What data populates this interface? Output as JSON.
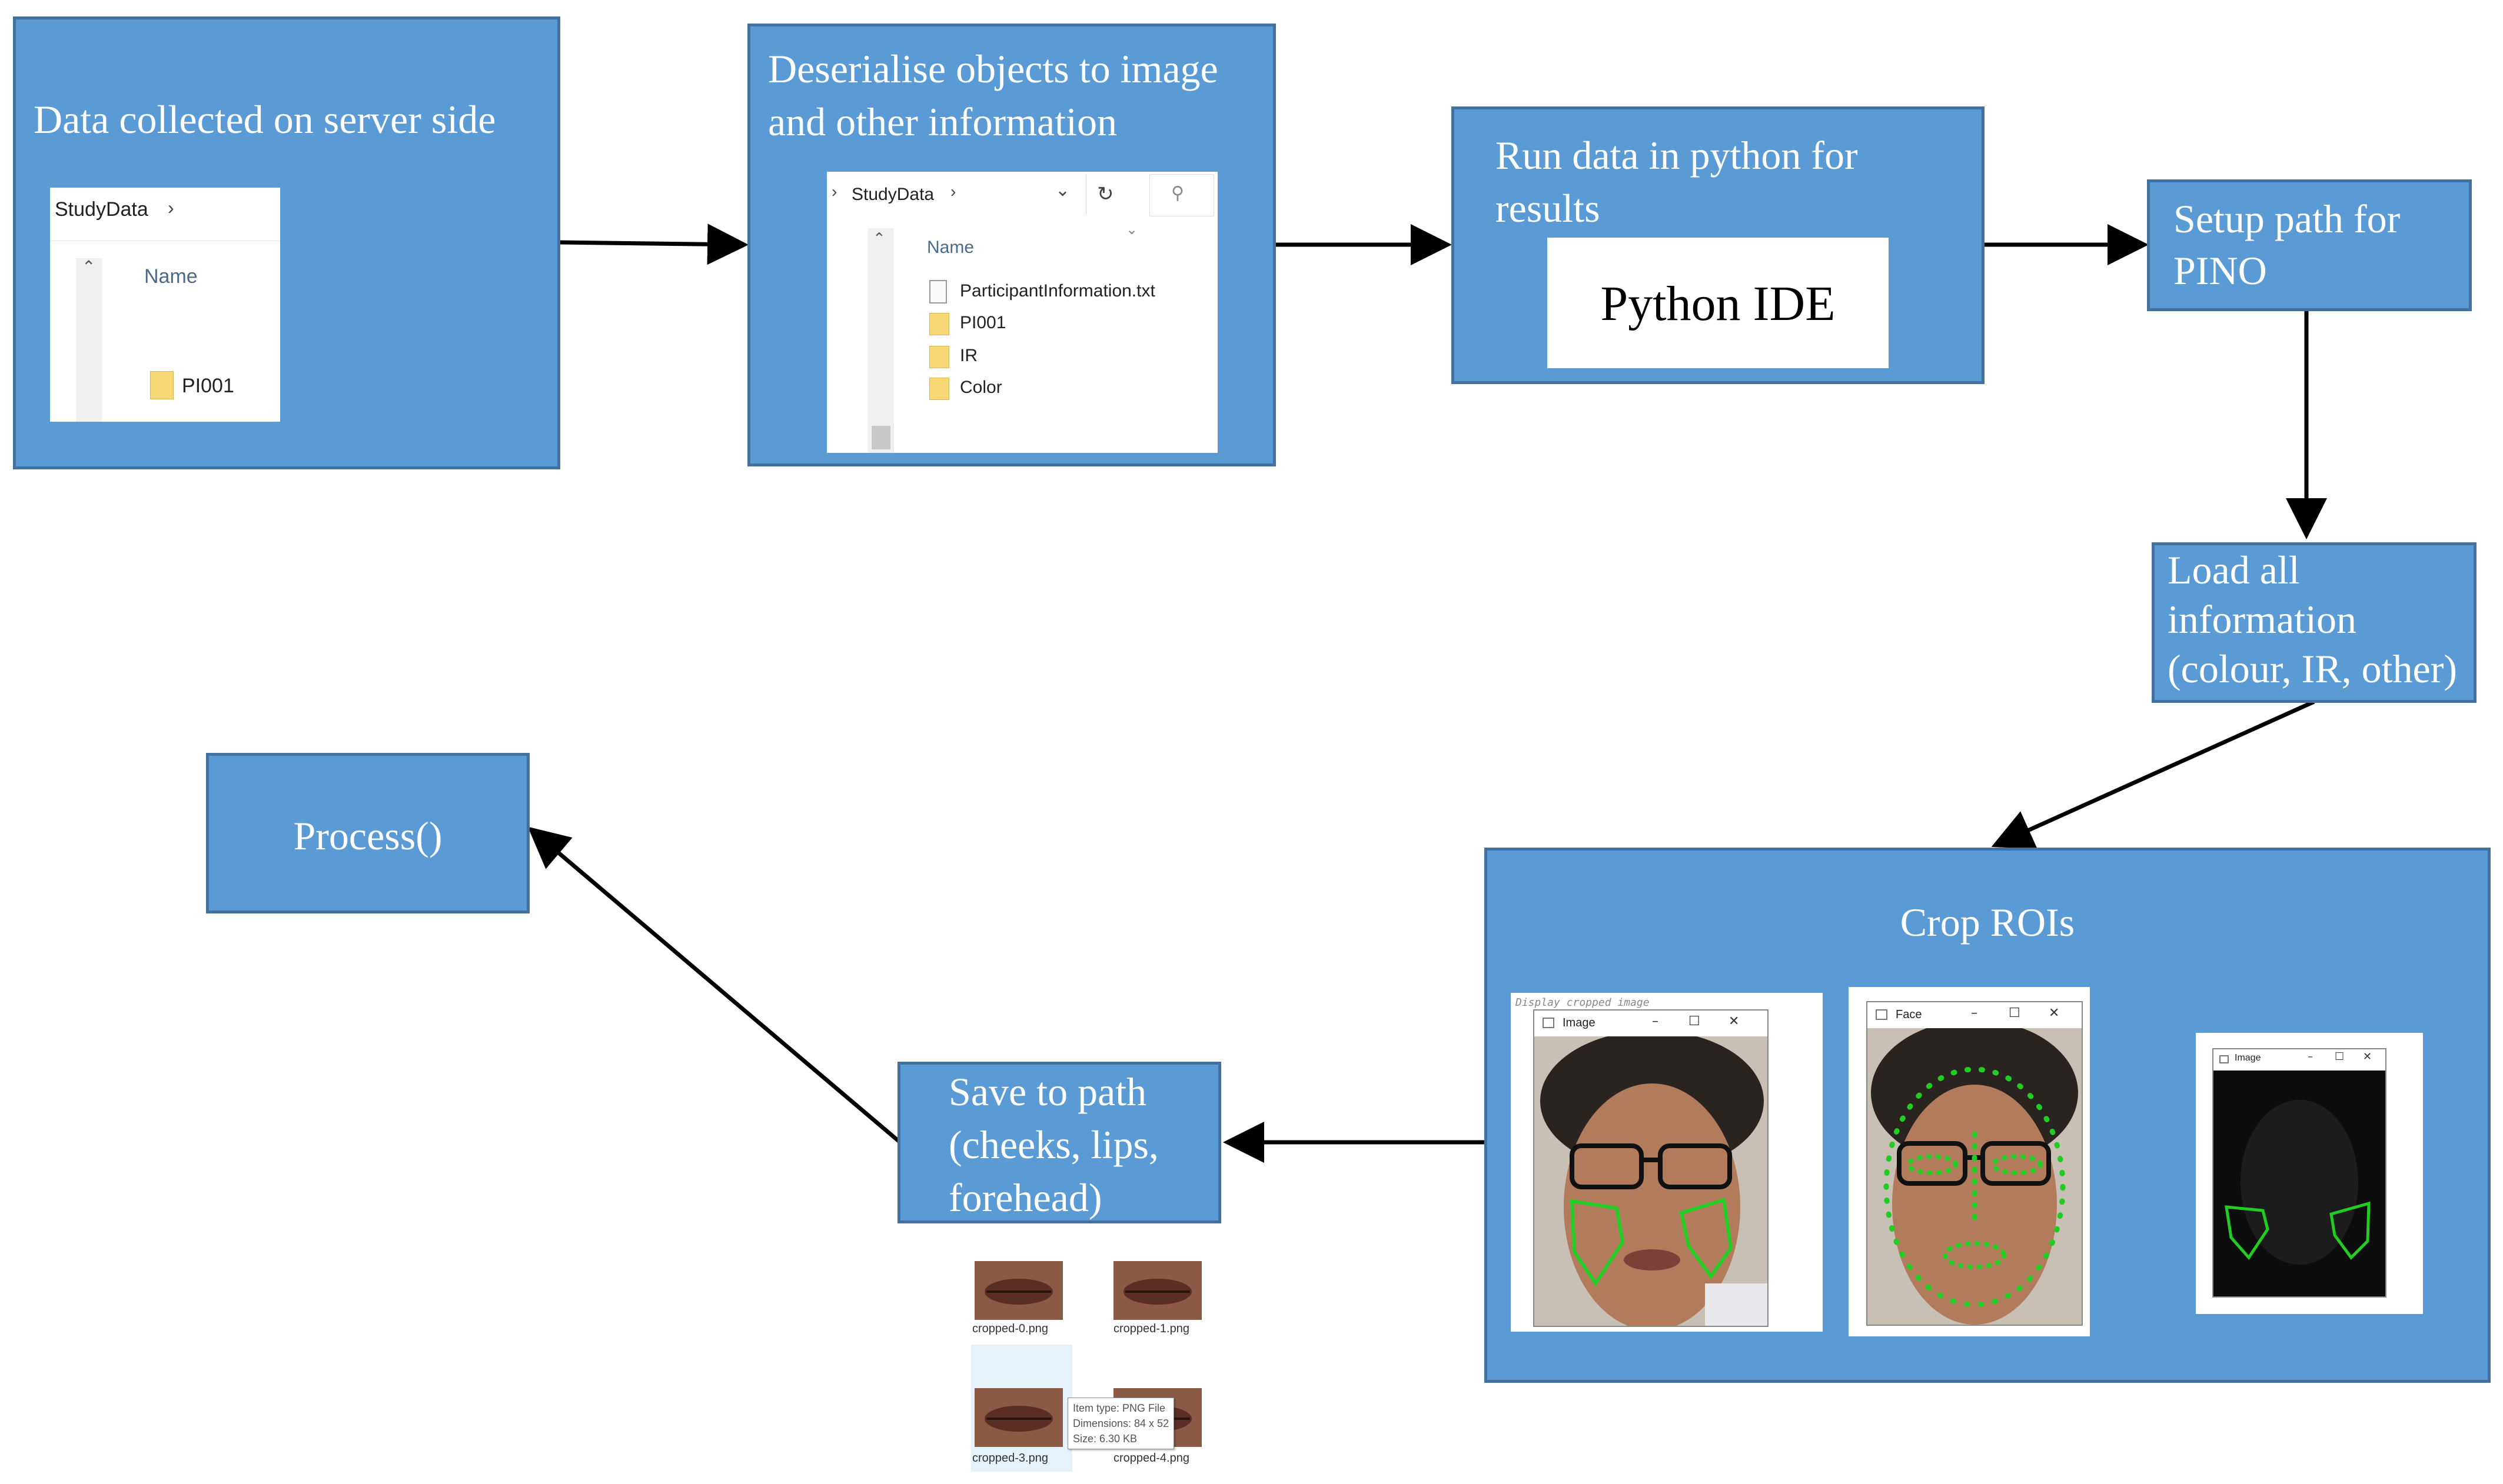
{
  "boxes": {
    "data_collected": "Data collected on server side",
    "deserialise": [
      "Deserialise objects to image",
      "and other information"
    ],
    "run_python": [
      "Run data in python for",
      "results"
    ],
    "python_ide": "Python IDE",
    "setup_path": [
      "Setup path for",
      "PINO"
    ],
    "load_all": [
      "Load all",
      "information",
      "(colour, IR, other)"
    ],
    "crop_rois": "Crop ROIs",
    "save_path": [
      "Save to path",
      "(cheeks, lips,",
      "forehead)"
    ],
    "process": "Process()"
  },
  "explorer1": {
    "breadcrumb": "StudyData",
    "column_header": "Name",
    "items": [
      "PI001"
    ]
  },
  "explorer2": {
    "breadcrumb": "StudyData",
    "column_header": "Name",
    "items": [
      "ParticipantInformation.txt",
      "PI001",
      "IR",
      "Color"
    ]
  },
  "windows": {
    "image_title": "Image",
    "face_title": "Face",
    "ir_title": "Image",
    "code_snippet": "Display cropped image"
  },
  "saved_files": {
    "names": [
      "cropped-0.png",
      "cropped-1.png",
      "cropped-3.png",
      "cropped-4.png"
    ],
    "tooltip": [
      "Item type: PNG File",
      "Dimensions: 84 x 52",
      "Size: 6.30 KB"
    ]
  },
  "colors": {
    "box_fill": "#5b9bd5",
    "box_border": "#41719c",
    "arrow": "#000000",
    "roi_outline": "#22cc22"
  }
}
